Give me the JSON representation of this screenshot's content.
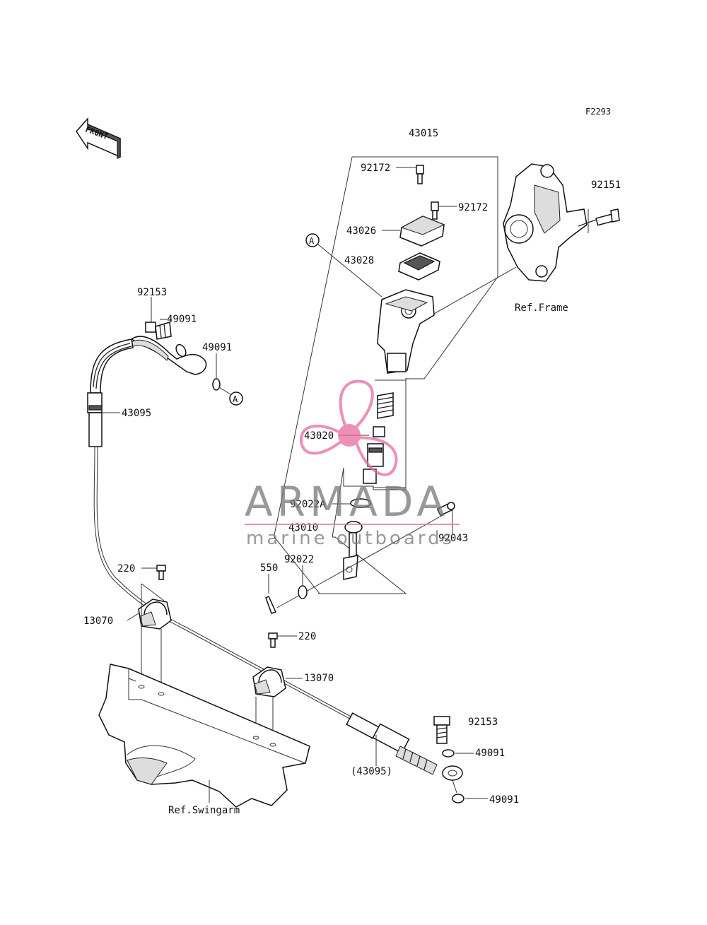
{
  "figure_code": "F2293",
  "front_label": "FRONT",
  "assembly_label": "43015",
  "callout_letter": "A",
  "ref_labels": {
    "frame": "Ref.Frame",
    "swingarm": "Ref.Swingarm"
  },
  "parts": [
    {
      "id": "p-92172-a",
      "label": "92172"
    },
    {
      "id": "p-92172-b",
      "label": "92172"
    },
    {
      "id": "p-92151",
      "label": "92151"
    },
    {
      "id": "p-43026",
      "label": "43026"
    },
    {
      "id": "p-43028",
      "label": "43028"
    },
    {
      "id": "p-92153-top",
      "label": "92153"
    },
    {
      "id": "p-49091-a",
      "label": "49091"
    },
    {
      "id": "p-49091-b",
      "label": "49091"
    },
    {
      "id": "p-43095",
      "label": "43095"
    },
    {
      "id": "p-43020",
      "label": "43020"
    },
    {
      "id": "p-92022a",
      "label": "92022A"
    },
    {
      "id": "p-43010",
      "label": "43010"
    },
    {
      "id": "p-92043",
      "label": "92043"
    },
    {
      "id": "p-550",
      "label": "550"
    },
    {
      "id": "p-92022",
      "label": "92022"
    },
    {
      "id": "p-220-a",
      "label": "220"
    },
    {
      "id": "p-13070-a",
      "label": "13070"
    },
    {
      "id": "p-220-b",
      "label": "220"
    },
    {
      "id": "p-13070-b",
      "label": "13070"
    },
    {
      "id": "p-92153-bot",
      "label": "92153"
    },
    {
      "id": "p-49091-c",
      "label": "49091"
    },
    {
      "id": "p-43095-paren",
      "label": "(43095)"
    },
    {
      "id": "p-49091-d",
      "label": "49091"
    }
  ],
  "watermark": {
    "brand": "ARMADA",
    "tagline": "marine outboards",
    "logo_color": "#e86aa0",
    "text_color": "#777777"
  }
}
